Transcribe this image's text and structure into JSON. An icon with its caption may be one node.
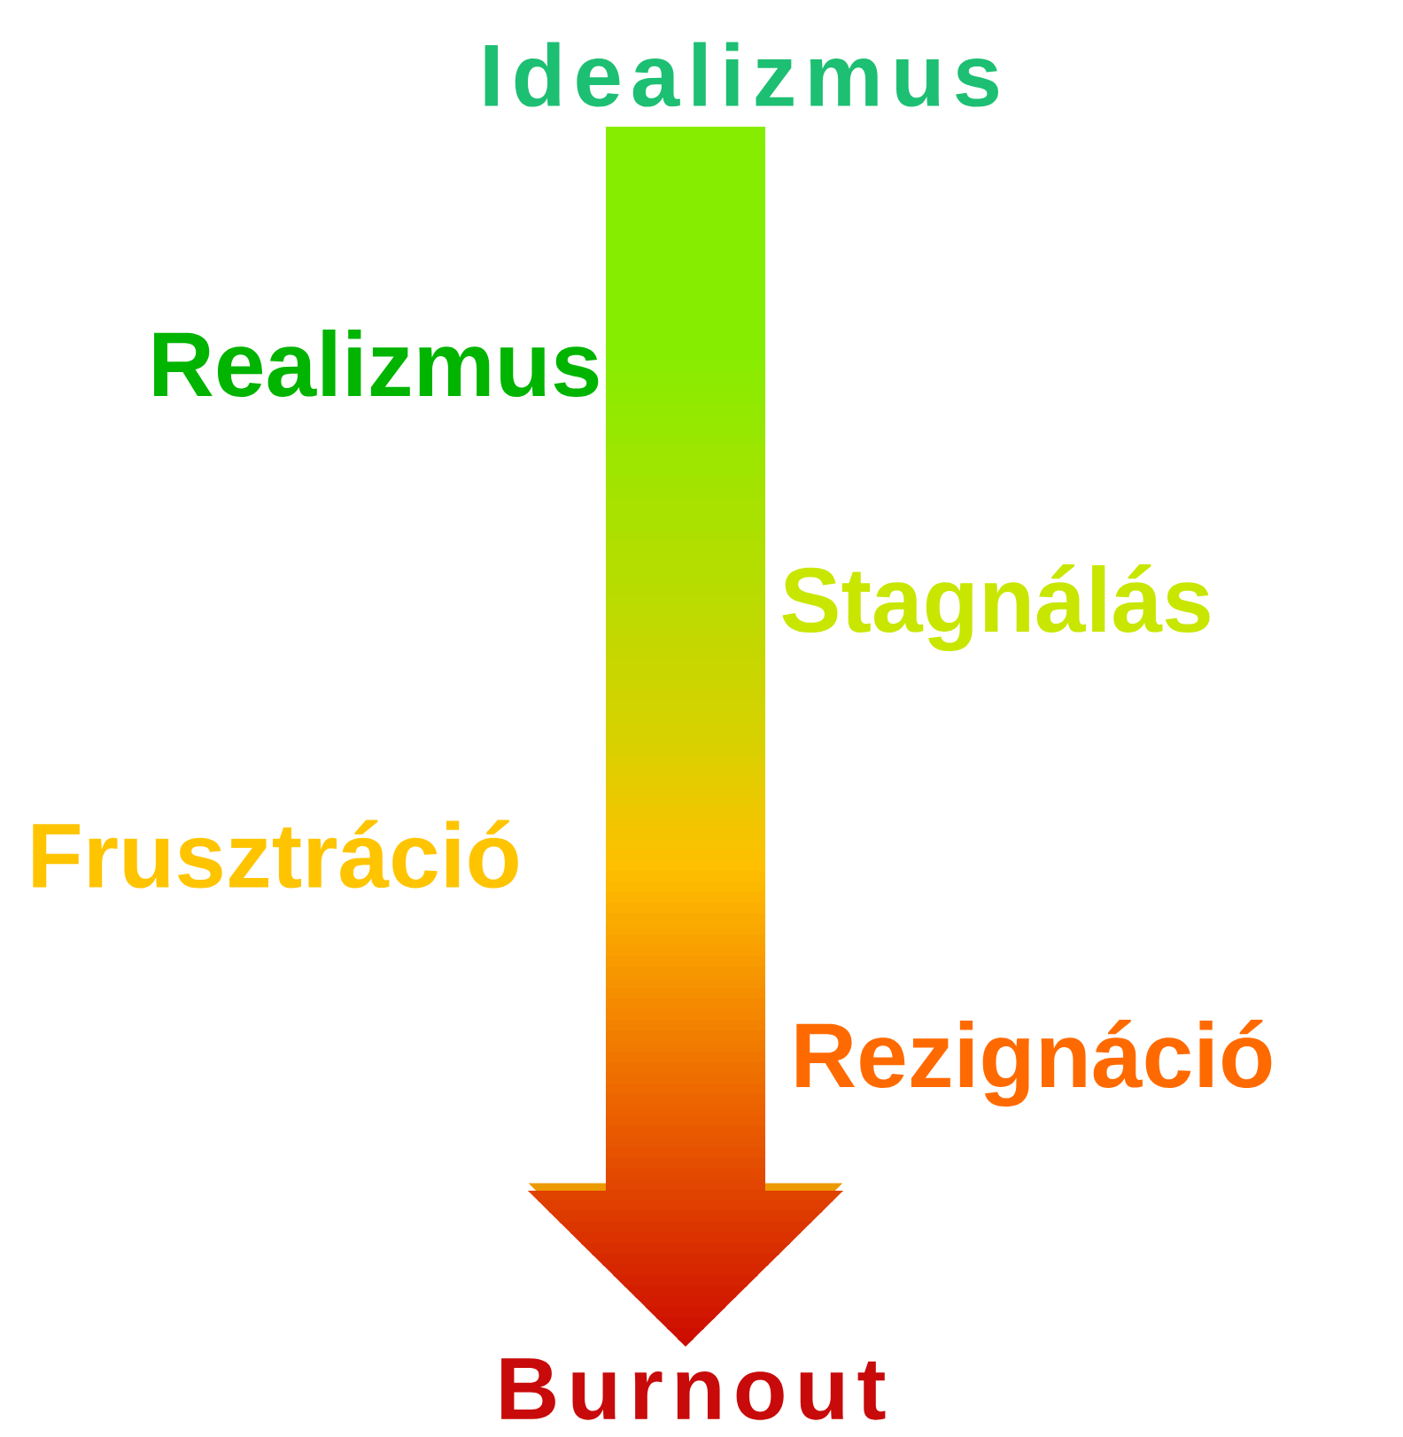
{
  "diagram": {
    "nodes": [
      {
        "text": [
          "Idealizmus"
        ]
      },
      {
        "text": [
          "Burnout"
        ]
      }
    ],
    "edges": [
      {
        "from": 0,
        "to": 1,
        "arrow": "to"
      }
    ],
    "labels": [
      "Realizmus",
      "Stagnálás",
      "Frusztráció",
      "Rezignáció"
    ]
  }
}
